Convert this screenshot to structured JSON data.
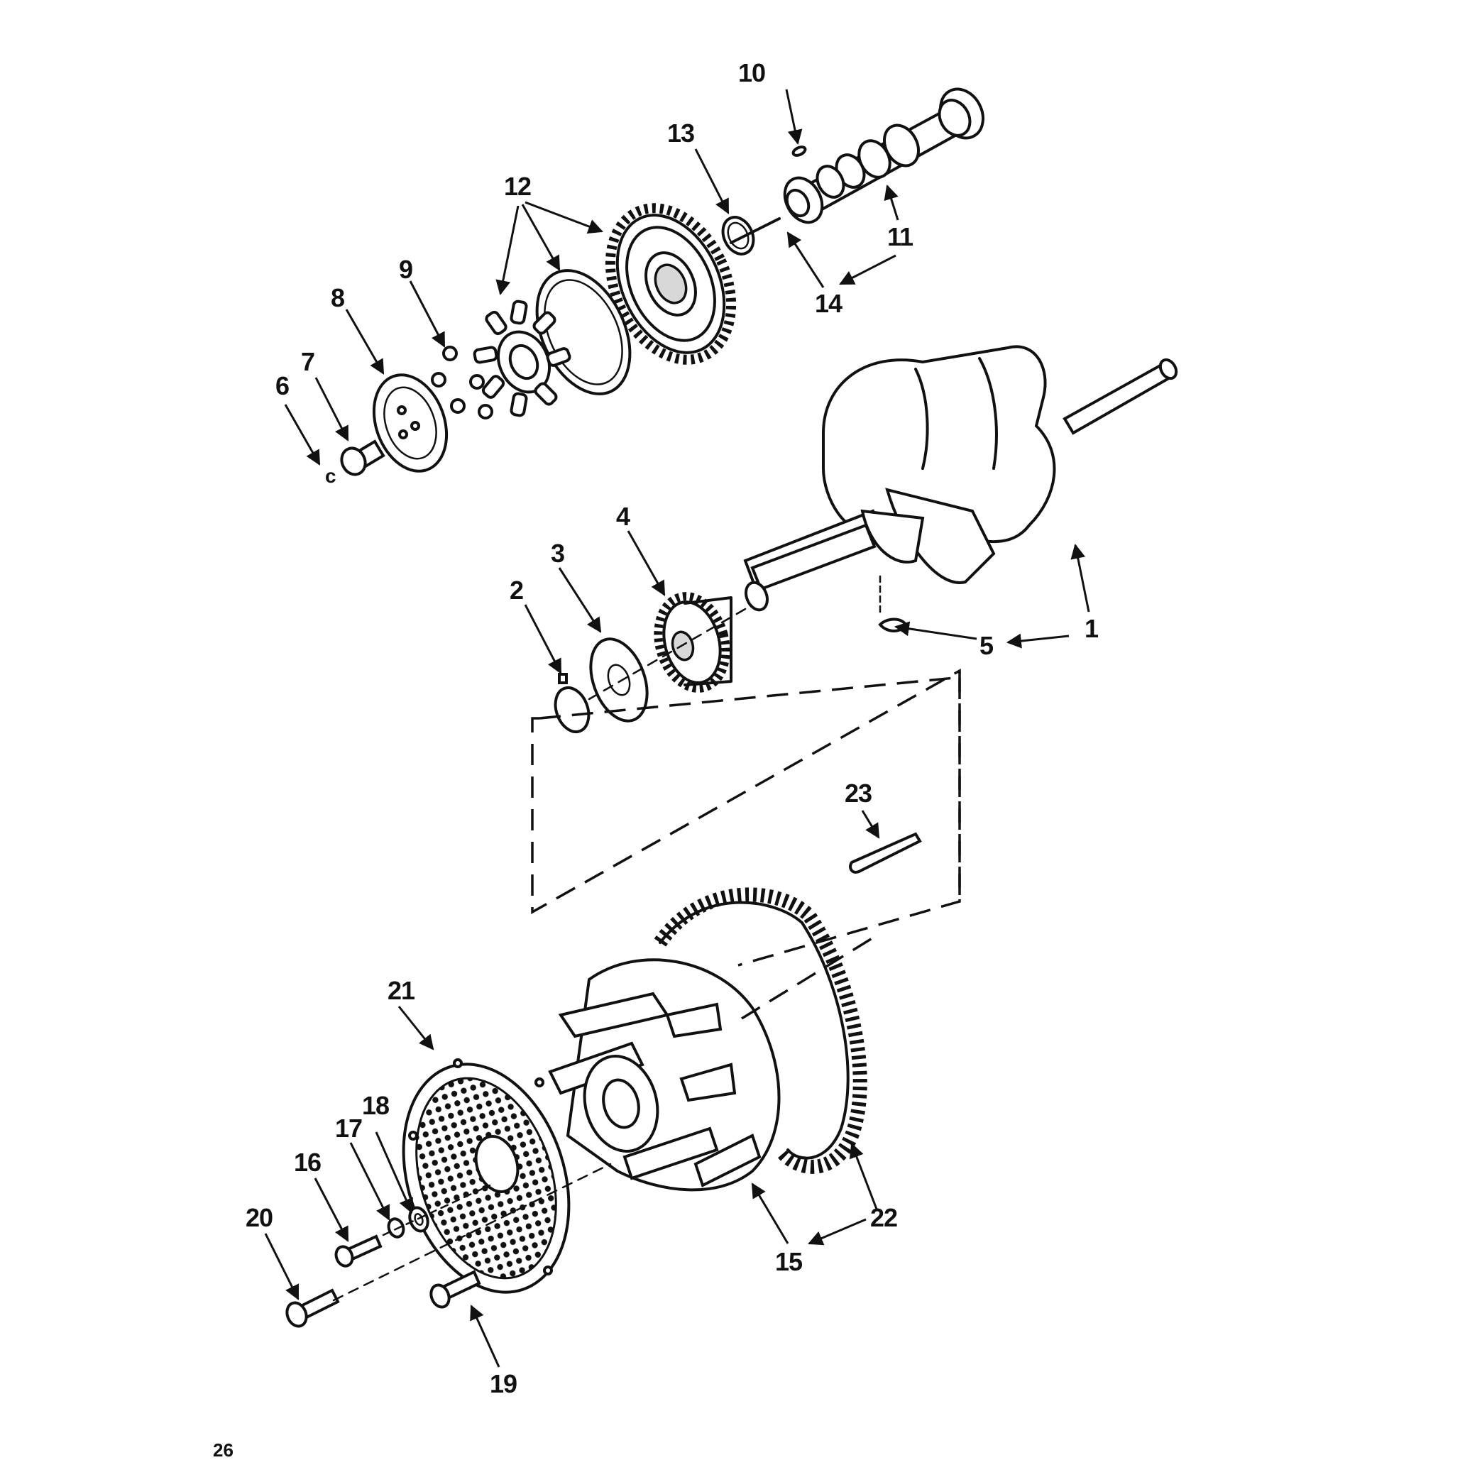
{
  "callouts": {
    "c1": "1",
    "c2": "2",
    "c3": "3",
    "c4": "4",
    "c5": "5",
    "c6": "6",
    "c7": "7",
    "c8": "8",
    "c9": "9",
    "c10": "10",
    "c11a": "11",
    "c11b": "11",
    "c12": "12",
    "c13": "13",
    "c14": "14",
    "c15": "15",
    "c16": "16",
    "c17": "17",
    "c18": "18",
    "c19": "19",
    "c20": "20",
    "c21": "21",
    "c22": "22",
    "c23": "23"
  },
  "footer": {
    "mark": "26"
  }
}
